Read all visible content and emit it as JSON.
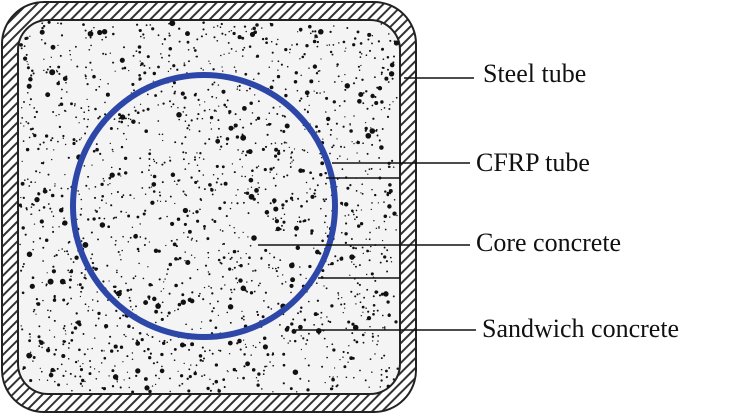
{
  "labels": {
    "steel_tube": "Steel tube",
    "cfrp_tube": "CFRP tube",
    "core_concrete": "Core concrete",
    "sandwich_concrete": "Sandwich concrete"
  },
  "colors": {
    "steel_hatch": "#333333",
    "cfrp_ring": "#2d47a8",
    "concrete_fill": "#f4f4f4",
    "aggregate": "#111111",
    "leader_line": "#111111"
  }
}
